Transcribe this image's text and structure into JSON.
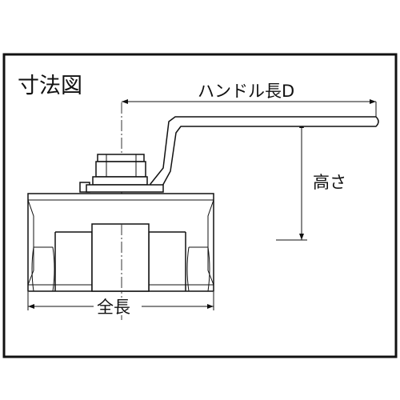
{
  "title": "寸法図",
  "labels": {
    "handle_length": "ハンドル長D",
    "height": "高さ",
    "overall_length": "全長"
  }
}
